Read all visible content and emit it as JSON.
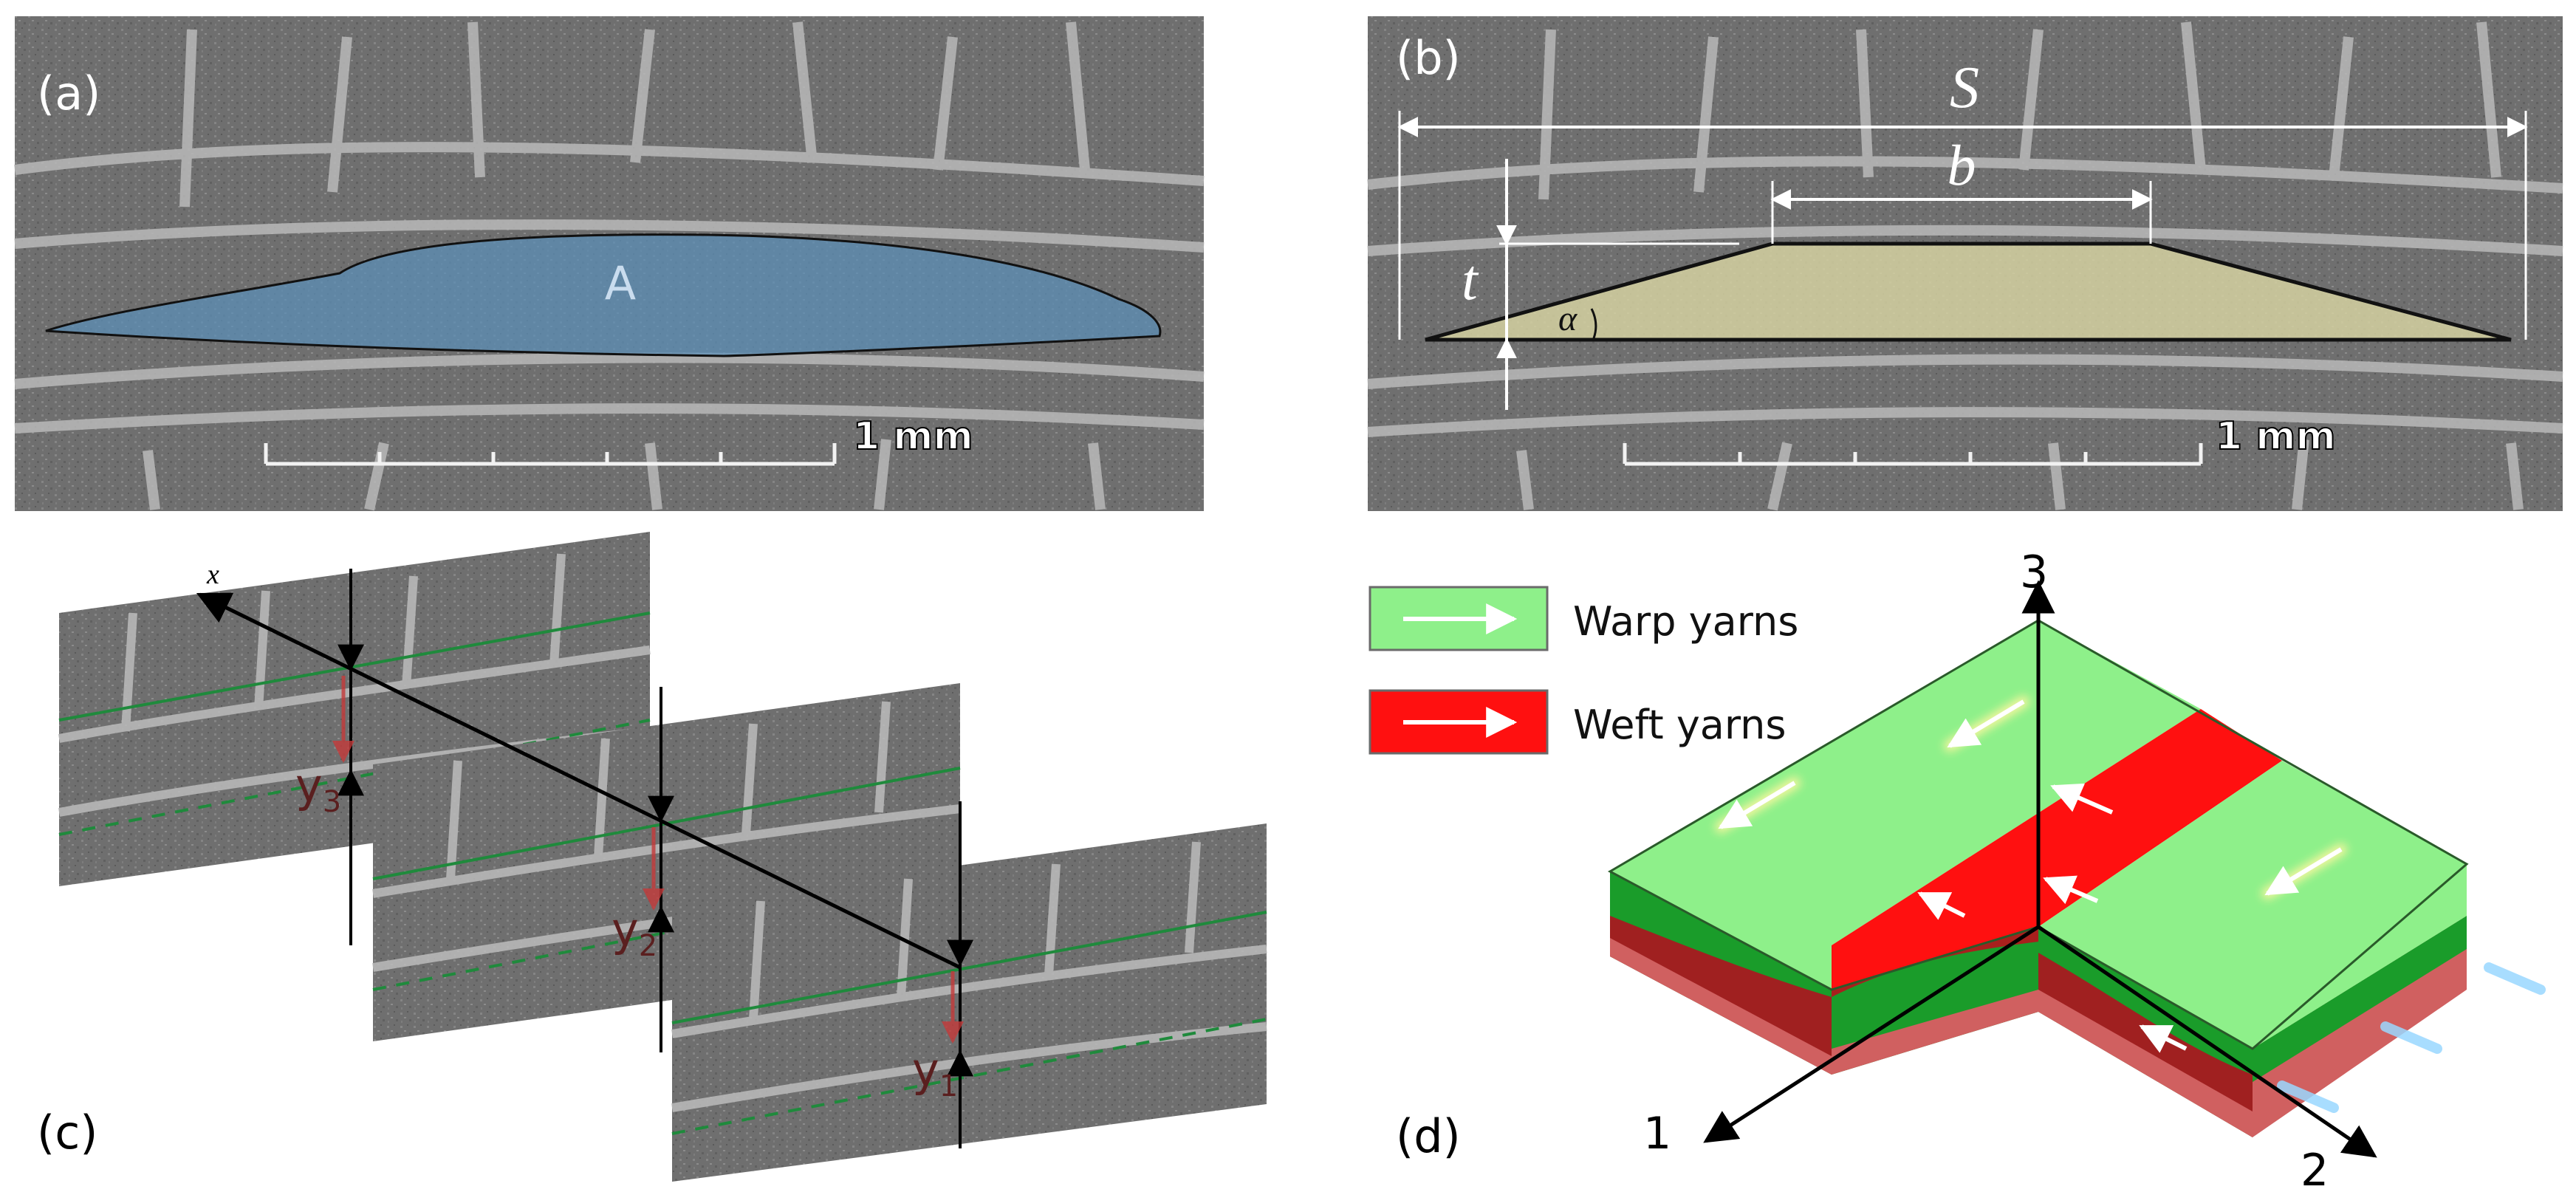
{
  "panels": {
    "a": {
      "label": "(a)",
      "area_label": "A",
      "scale_label": "1 mm",
      "shade_color": "#5a8fb8"
    },
    "b": {
      "label": "(b)",
      "span_label": "S",
      "top_label": "b",
      "thickness_label": "t",
      "angle_label": "α",
      "scale_label": "1 mm",
      "shade_color": "#d8d4a2"
    },
    "c": {
      "label": "(c)",
      "axis_label": "x",
      "slice_labels": [
        "y",
        "y",
        "y"
      ],
      "slice_subscripts": [
        "3",
        "2",
        "1"
      ],
      "guide_color": "#1f8a3c"
    },
    "d": {
      "label": "(d)",
      "legend": [
        {
          "text": "Warp yarns",
          "color": "#8ef08a"
        },
        {
          "text": "Weft yarns",
          "color": "#ff1010"
        }
      ],
      "axes": [
        "1",
        "2",
        "3"
      ]
    }
  }
}
